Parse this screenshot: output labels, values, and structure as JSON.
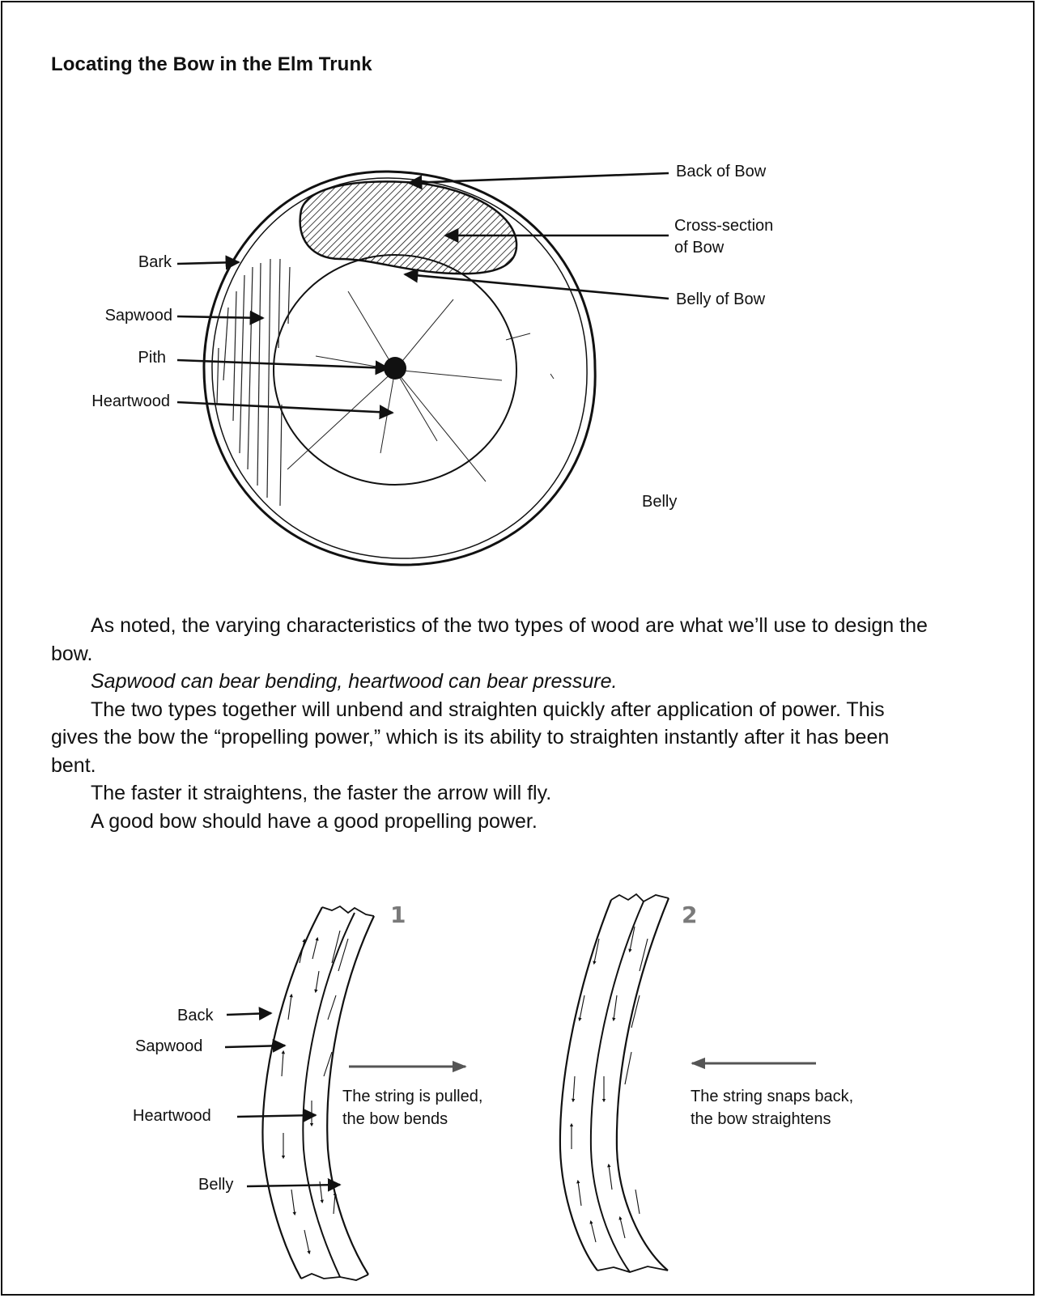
{
  "title": "Locating the Bow in the Elm Trunk",
  "trunk_figure": {
    "labels": {
      "bark": "Bark",
      "sapwood": "Sapwood",
      "pith": "Pith",
      "heartwood": "Heartwood",
      "back_of_bow": "Back of Bow",
      "cross_section_line1": "Cross-section",
      "cross_section_line2": "of Bow",
      "belly_of_bow": "Belly of Bow",
      "belly": "Belly"
    }
  },
  "paragraphs": [
    "As noted, the varying characteristics of the two types of wood are what we’ll use to design the bow.",
    "Sapwood can bear bending, heartwood can bear pressure.",
    "The two types together will unbend and straighten quickly after application of power. This gives the bow the “propelling power,” which is its ability to straighten instantly after it has been bent.",
    "The faster it straightens, the faster the arrow will fly.",
    "A good bow should have a good propelling power."
  ],
  "bow_figures": {
    "fig1": {
      "number": "1",
      "labels": {
        "back": "Back",
        "sapwood": "Sapwood",
        "heartwood": "Heartwood",
        "belly": "Belly"
      },
      "caption_line1": "The string is pulled,",
      "caption_line2": "the bow bends"
    },
    "fig2": {
      "number": "2",
      "caption_line1": "The string snaps back,",
      "caption_line2": "the bow straightens"
    }
  }
}
